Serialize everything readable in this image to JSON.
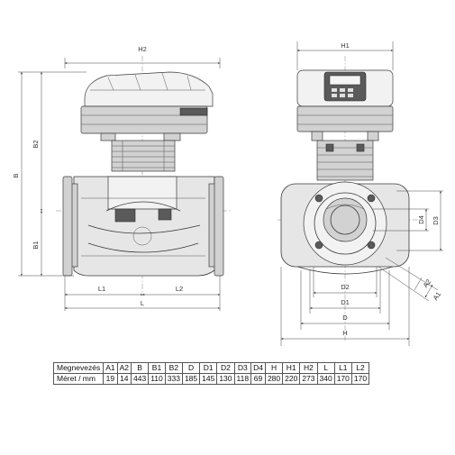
{
  "left_view_labels": {
    "h2": "H2",
    "b": "B",
    "b2": "B2",
    "b1": "B1",
    "l1": "L1",
    "l2": "L2",
    "l": "L"
  },
  "right_view_labels": {
    "h1": "H1",
    "d4": "D4",
    "d3": "D3",
    "d2": "D2",
    "d1": "D1",
    "d": "D",
    "h": "H",
    "a1": "A1",
    "a2": "A2"
  },
  "table": {
    "header": [
      "Megnevezés",
      "A1",
      "A2",
      "B",
      "B1",
      "B2",
      "D",
      "D1",
      "D2",
      "D3",
      "D4",
      "H",
      "H1",
      "H2",
      "L",
      "L1",
      "L2"
    ],
    "rows": [
      [
        "Méret / mm",
        "19",
        "14",
        "443",
        "110",
        "333",
        "185",
        "145",
        "130",
        "118",
        "69",
        "280",
        "220",
        "273",
        "340",
        "170",
        "170"
      ]
    ]
  }
}
